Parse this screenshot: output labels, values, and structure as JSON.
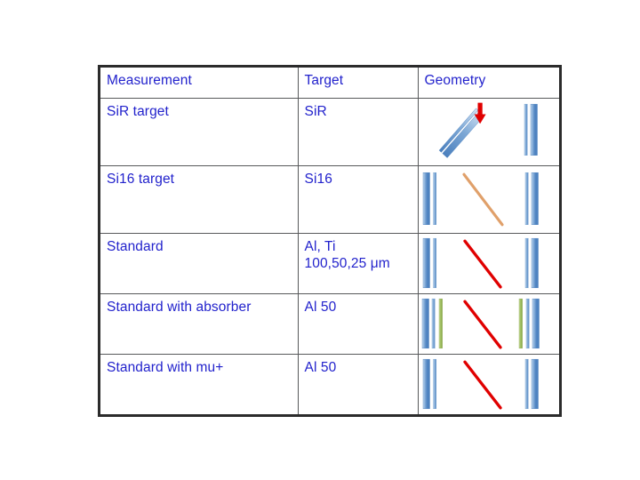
{
  "slide": {
    "background": "#ffffff",
    "text_color": "#2222cc",
    "border_color": "#2b2b2b"
  },
  "table": {
    "headers": [
      "Measurement",
      "Target",
      "Geometry"
    ],
    "rows": [
      {
        "measurement": "SiR target",
        "target": "SiR",
        "geometry": {
          "name": "sir-target-geometry",
          "description": "tilted double blue detector bar with red downward arrow, pair of vertical blue bars at right",
          "elements": [
            "diagonal-blue-bar-pair",
            "red-down-arrow",
            "vertical-blue-bar-thin",
            "vertical-blue-bar-thick"
          ]
        }
      },
      {
        "measurement": "Si16 target",
        "target": "Si16",
        "geometry": {
          "name": "si16-target-geometry",
          "description": "vertical blue bar pair left, orange diagonal beam line, vertical blue bar pair right",
          "elements": [
            "vertical-blue-bar-thick",
            "vertical-blue-bar-thin",
            "orange-diagonal-line",
            "vertical-blue-bar-thin",
            "vertical-blue-bar-thick"
          ]
        }
      },
      {
        "measurement": "Standard",
        "target": "Al, Ti",
        "target_line2": "100,50,25 μm",
        "geometry": {
          "name": "standard-geometry",
          "description": "vertical blue bar pair left, red diagonal beam line, vertical blue bar pair right",
          "elements": [
            "vertical-blue-bar-thick",
            "vertical-blue-bar-thin",
            "red-diagonal-line",
            "vertical-blue-bar-thin",
            "vertical-blue-bar-thick"
          ]
        }
      },
      {
        "measurement": "Standard with absorber",
        "target": "Al 50",
        "geometry": {
          "name": "standard-with-absorber-geometry",
          "description": "blue bar pair plus green absorber bar left, red diagonal beam line, green absorber bar plus blue bar pair right",
          "elements": [
            "vertical-blue-bar-thick",
            "vertical-blue-bar-thin",
            "vertical-green-bar",
            "red-diagonal-line",
            "vertical-green-bar",
            "vertical-blue-bar-thin",
            "vertical-blue-bar-thick"
          ]
        }
      },
      {
        "measurement": "Standard with mu+",
        "target": "Al 50",
        "geometry": {
          "name": "standard-with-mu-geometry",
          "description": "vertical blue bar pair left, red diagonal beam line, vertical blue bar pair right",
          "elements": [
            "vertical-blue-bar-thick",
            "vertical-blue-bar-thin",
            "red-diagonal-line",
            "vertical-blue-bar-thin",
            "vertical-blue-bar-thick"
          ]
        }
      }
    ]
  },
  "colors": {
    "blue_bar_light": "#b7d0e8",
    "blue_bar_mid": "#5b8fc9",
    "blue_bar_dark": "#3d6fae",
    "green_bar": "#9bbb59",
    "orange_line": "#e0a06a",
    "red_line": "#e00000",
    "red_arrow": "#e00000",
    "text_blue": "#2222cc"
  }
}
